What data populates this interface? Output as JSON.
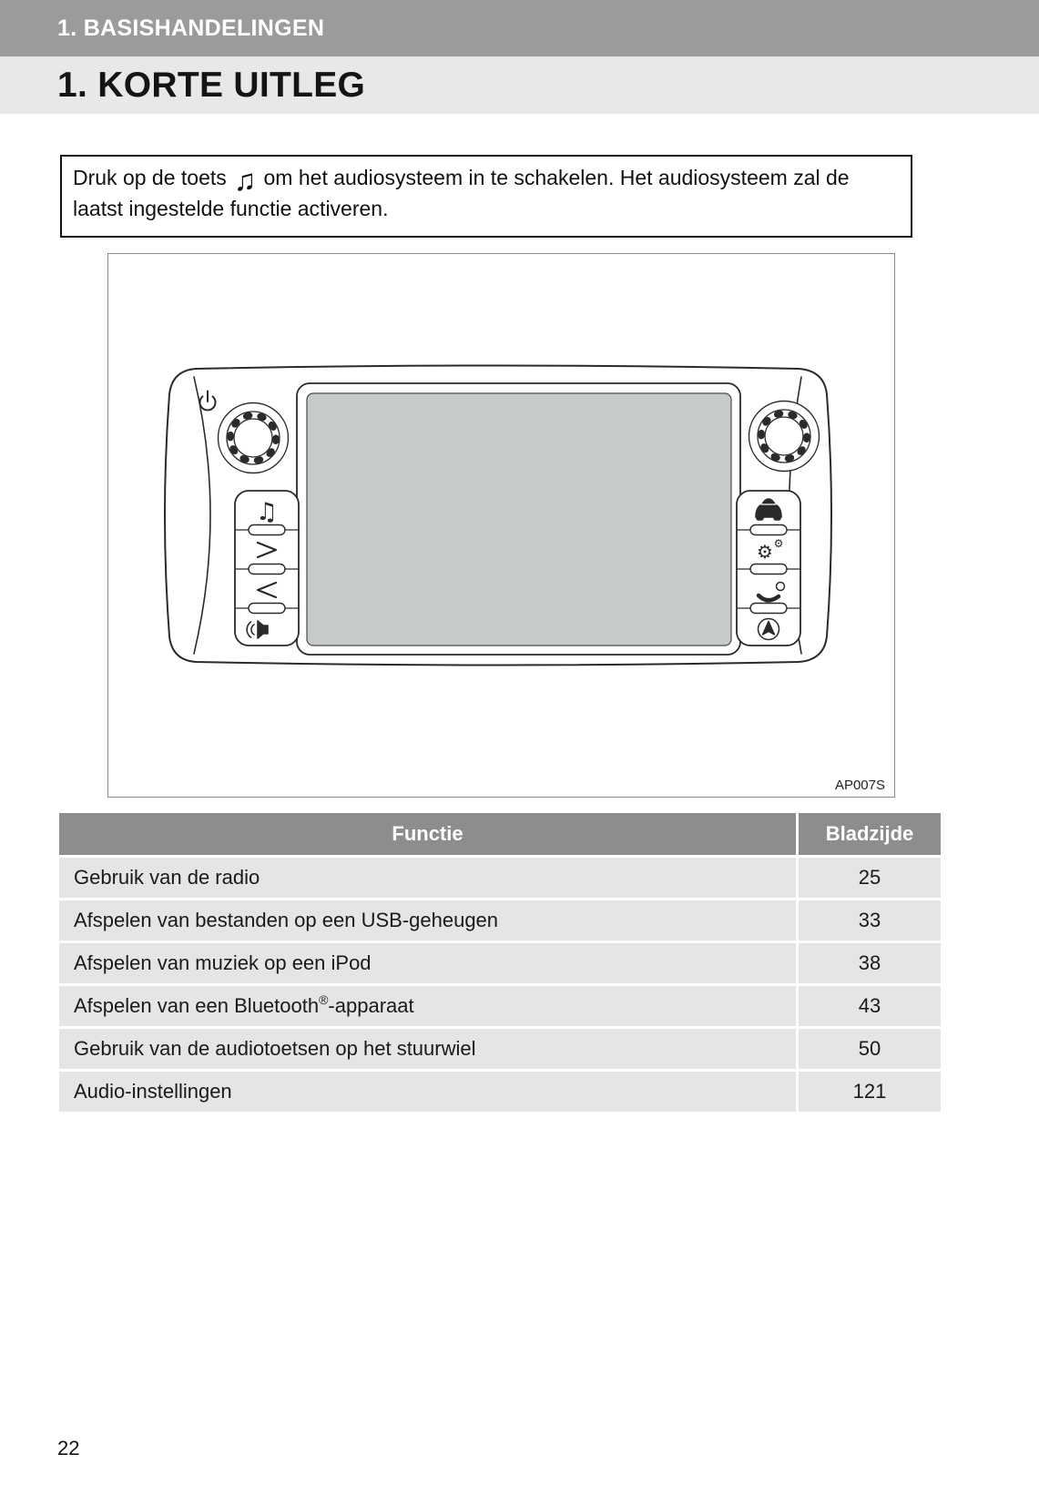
{
  "header": {
    "section": "1. BASISHANDELINGEN",
    "title": "1. KORTE UITLEG"
  },
  "intro": {
    "text_before_icon": "Druk op de toets",
    "icon": "music-note-icon",
    "icon_glyph": "♫",
    "text_after_icon": "om het audiosysteem in te schakelen. Het audiosysteem zal de laatst ingestelde functie activeren."
  },
  "figure": {
    "caption": "AP007S",
    "device": {
      "power_button": "power-icon",
      "knobs": [
        "left-rotary-knob",
        "right-rotary-knob"
      ],
      "left_buttons": [
        "music-note-icon",
        "seek-forward-icon",
        "seek-back-icon",
        "speaker-volume-icon"
      ],
      "right_buttons": [
        "car-icon",
        "gears-settings-icon",
        "phone-icon",
        "navigation-arrow-icon"
      ]
    }
  },
  "table": {
    "headers": [
      "Functie",
      "Bladzijde"
    ],
    "rows": [
      {
        "label": "Gebruik van de radio",
        "page": "25"
      },
      {
        "label": "Afspelen van bestanden op een USB-geheugen",
        "page": "33"
      },
      {
        "label": "Afspelen van muziek op een iPod",
        "page": "38"
      },
      {
        "label_pre": "Afspelen van een Bluetooth",
        "label_sup": "®",
        "label_post": "-apparaat",
        "page": "43"
      },
      {
        "label": "Gebruik van de audiotoetsen op het stuurwiel",
        "page": "50"
      },
      {
        "label": "Audio-instellingen",
        "page": "121"
      }
    ]
  },
  "footer": {
    "page_number": "22"
  },
  "colors": {
    "top_bar": "#9b9b9b",
    "title_bar": "#e8e8e8",
    "table_header": "#8d8d8d",
    "table_row": "#e5e5e5",
    "screen_fill": "#c6cac8"
  }
}
